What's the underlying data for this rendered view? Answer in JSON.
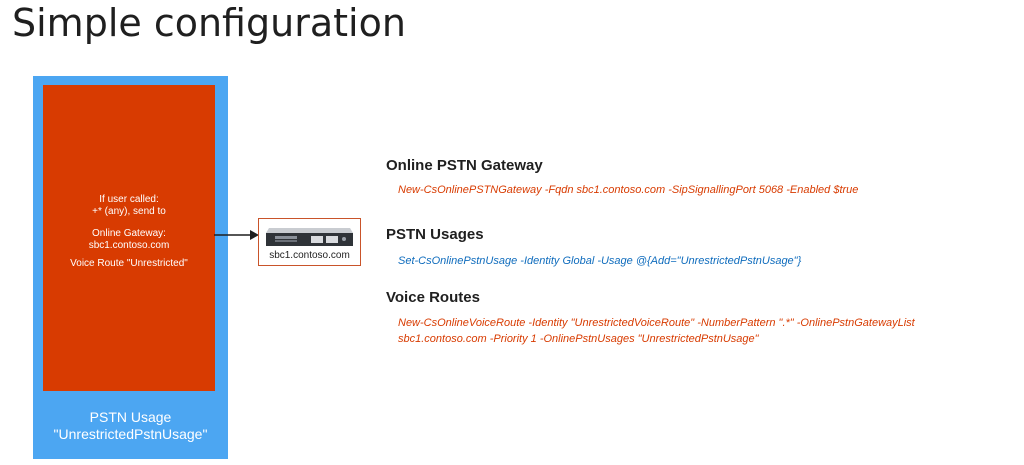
{
  "title": "Simple configuration",
  "diagram": {
    "route_text": [
      "If user called:",
      "+* (any), send to",
      "Online Gateway:",
      "sbc1.contoso.com",
      "Voice Route \"Unrestricted\""
    ],
    "usage_label": [
      "PSTN Usage",
      "\"UnrestrictedPstnUsage\""
    ],
    "gateway_label": "sbc1.contoso.com"
  },
  "sections": [
    {
      "heading": "Online PSTN Gateway",
      "command": [
        "New-CsOnlinePSTNGateway -Fqdn sbc1.contoso.com -SipSignallingPort  5068 -Enabled $true"
      ]
    },
    {
      "heading": "PSTN Usages",
      "command": [
        "Set-CsOnlinePstnUsage  -Identity Global -Usage @{Add=\"UnrestrictedPstnUsage\"}"
      ]
    },
    {
      "heading": "Voice Routes",
      "command": [
        "New-CsOnlineVoiceRoute -Identity \"UnrestrictedVoiceRoute\" -NumberPattern \".*\"  -OnlinePstnGatewayList",
        "sbc1.contoso.com -Priority 1 -OnlinePstnUsages \"UnrestrictedPstnUsage\""
      ]
    }
  ],
  "colors": {
    "usage_blue": "#4ca6f2",
    "route_orange": "#d83b01",
    "command_blue": "#0f6cbd"
  },
  "icons": {
    "gateway_device": "sbc-server-icon",
    "connector": "arrow-right-icon"
  }
}
